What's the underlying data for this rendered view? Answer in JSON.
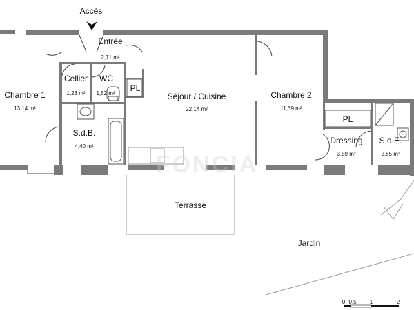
{
  "watermark": "FONCIA",
  "access_label": "Accès",
  "rooms": [
    {
      "name": "Entrée",
      "area": "2,71 m²"
    },
    {
      "name": "Cellier",
      "area": "1,23 m²"
    },
    {
      "name": "WC",
      "area": "1,62 m²"
    },
    {
      "name": "PL",
      "area": ""
    },
    {
      "name": "Chambre 1",
      "area": "13,14 m²"
    },
    {
      "name": "S.d.B.",
      "area": "4,40 m²"
    },
    {
      "name": "Séjour / Cuisine",
      "area": "22,14 m²"
    },
    {
      "name": "Chambre 2",
      "area": "11,39 m²"
    },
    {
      "name": "PL",
      "area": ""
    },
    {
      "name": "Dressing",
      "area": "3,59 m²"
    },
    {
      "name": "S.d.E.",
      "area": "2,85 m²"
    }
  ],
  "outdoor": {
    "terrace": "Terrasse",
    "garden": "Jardin"
  },
  "scale_bar": {
    "ticks": [
      "0",
      "0,5",
      "1",
      "2"
    ]
  }
}
